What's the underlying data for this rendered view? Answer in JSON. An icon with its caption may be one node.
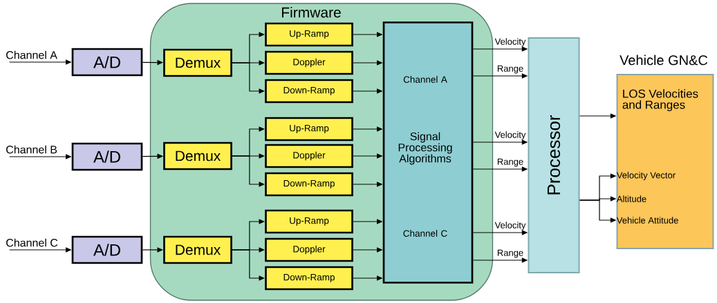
{
  "diagram": {
    "nodes": [
      {
        "text": [
          "Firmware"
        ]
      },
      {
        "text": [
          "A/D"
        ]
      },
      {
        "text": [
          "A/D"
        ]
      },
      {
        "text": [
          "A/D"
        ]
      },
      {
        "text": [
          "Demux"
        ],
        "in": 0
      },
      {
        "text": [
          "Demux"
        ],
        "in": 0
      },
      {
        "text": [
          "Demux"
        ],
        "in": 0
      },
      {
        "text": [
          "Up-Ramp"
        ],
        "in": 0
      },
      {
        "text": [
          "Doppler"
        ],
        "in": 0
      },
      {
        "text": [
          "Down-Ramp"
        ],
        "in": 0
      },
      {
        "text": [
          "Up-Ramp"
        ],
        "in": 0
      },
      {
        "text": [
          "Doppler"
        ],
        "in": 0
      },
      {
        "text": [
          "Down-Ramp"
        ],
        "in": 0
      },
      {
        "text": [
          "Up-Ramp"
        ],
        "in": 0
      },
      {
        "text": [
          "Doppler"
        ],
        "in": 0
      },
      {
        "text": [
          "Down-Ramp"
        ],
        "in": 0
      },
      {
        "text": [
          "Channel A",
          "Signal Processing Algorithms",
          "Channel C"
        ],
        "in": 0
      },
      {
        "text": [
          "Processor"
        ]
      },
      {
        "text": [
          "Vehicle GN&C",
          "LOS Velocities and Ranges",
          "Velocity Vector",
          "Altitude",
          "Vehicle Attitude"
        ]
      }
    ],
    "edges": [
      {
        "from": null,
        "to": 1,
        "arrow": "to",
        "label": "Channel A"
      },
      {
        "from": null,
        "to": 2,
        "arrow": "to",
        "label": "Channel B"
      },
      {
        "from": null,
        "to": 3,
        "arrow": "to",
        "label": "Channel C"
      },
      {
        "from": 1,
        "to": 4,
        "arrow": "to"
      },
      {
        "from": 2,
        "to": 5,
        "arrow": "to"
      },
      {
        "from": 3,
        "to": 6,
        "arrow": "to"
      },
      {
        "from": 4,
        "to": 7,
        "arrow": "to"
      },
      {
        "from": 4,
        "to": 8,
        "arrow": "to"
      },
      {
        "from": 4,
        "to": 9,
        "arrow": "to"
      },
      {
        "from": 5,
        "to": 10,
        "arrow": "to"
      },
      {
        "from": 5,
        "to": 11,
        "arrow": "to"
      },
      {
        "from": 5,
        "to": 12,
        "arrow": "to"
      },
      {
        "from": 6,
        "to": 13,
        "arrow": "to"
      },
      {
        "from": 6,
        "to": 14,
        "arrow": "to"
      },
      {
        "from": 6,
        "to": 15,
        "arrow": "to"
      },
      {
        "from": 7,
        "to": 16,
        "arrow": "to"
      },
      {
        "from": 8,
        "to": 16,
        "arrow": "to"
      },
      {
        "from": 9,
        "to": 16,
        "arrow": "to"
      },
      {
        "from": 10,
        "to": 16,
        "arrow": "to"
      },
      {
        "from": 11,
        "to": 16,
        "arrow": "to"
      },
      {
        "from": 12,
        "to": 16,
        "arrow": "to"
      },
      {
        "from": 13,
        "to": 16,
        "arrow": "to"
      },
      {
        "from": 14,
        "to": 16,
        "arrow": "to"
      },
      {
        "from": 15,
        "to": 16,
        "arrow": "to"
      },
      {
        "from": 16,
        "to": 17,
        "arrow": "to",
        "label": "Velocity"
      },
      {
        "from": 16,
        "to": 17,
        "arrow": "to",
        "label": "Range"
      },
      {
        "from": 16,
        "to": 17,
        "arrow": "to",
        "label": "Velocity"
      },
      {
        "from": 16,
        "to": 17,
        "arrow": "to",
        "label": "Range"
      },
      {
        "from": 16,
        "to": 17,
        "arrow": "to",
        "label": "Velocity"
      },
      {
        "from": 16,
        "to": 17,
        "arrow": "to",
        "label": "Range"
      },
      {
        "from": 17,
        "to": 18,
        "arrow": "to"
      },
      {
        "from": 17,
        "to": 18,
        "arrow": "to"
      },
      {
        "from": 17,
        "to": 18,
        "arrow": "to"
      },
      {
        "from": 17,
        "to": 18,
        "arrow": "to"
      }
    ]
  }
}
